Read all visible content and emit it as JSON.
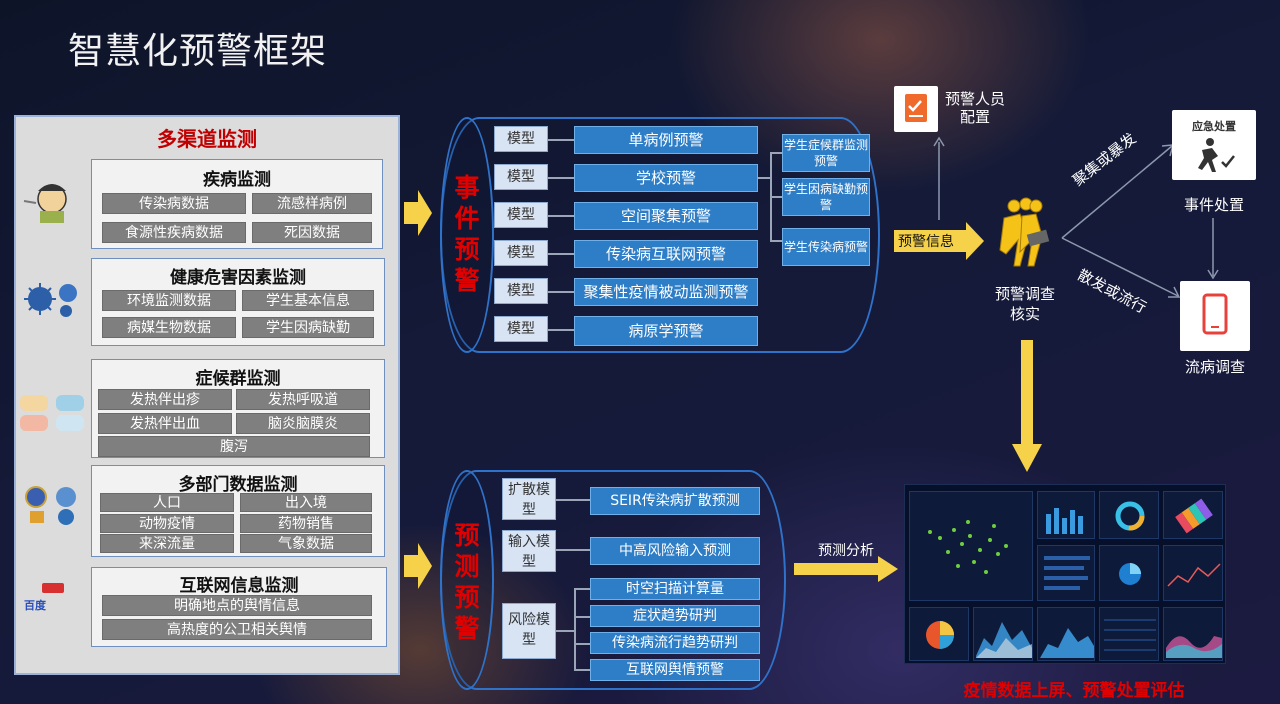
{
  "title": "智慧化预警框架",
  "left_panel": {
    "title": "多渠道监测",
    "sections": [
      {
        "title": "疾病监测",
        "chips": [
          "传染病数据",
          "流感样病例",
          "食源性疾病数据",
          "死因数据"
        ]
      },
      {
        "title": "健康危害因素监测",
        "chips": [
          "环境监测数据",
          "学生基本信息",
          "病媒生物数据",
          "学生因病缺勤"
        ]
      },
      {
        "title": "症候群监测",
        "chips": [
          "发热伴出疹",
          "发热呼吸道",
          "发热伴出血",
          "脑炎脑膜炎",
          "腹泻"
        ]
      },
      {
        "title": "多部门数据监测",
        "chips": [
          "人口",
          "出入境",
          "动物疫情",
          "药物销售",
          "来深流量",
          "气象数据"
        ]
      },
      {
        "title": "互联网信息监测",
        "chips": [
          "明确地点的舆情信息",
          "高热度的公卫相关舆情"
        ]
      }
    ],
    "logo_text": "百度"
  },
  "event_warning": {
    "label_chars": [
      "事",
      "件",
      "预",
      "警"
    ],
    "models": [
      {
        "model": "模型",
        "name": "单病例预警"
      },
      {
        "model": "模型",
        "name": "学校预警"
      },
      {
        "model": "模型",
        "name": "空间聚集预警"
      },
      {
        "model": "模型",
        "name": "传染病互联网预警"
      },
      {
        "model": "模型",
        "name": "聚集性疫情被动监测预警"
      },
      {
        "model": "模型",
        "name": "病原学预警"
      }
    ],
    "school_sub": [
      "学生症候群监测预警",
      "学生因病缺勤预警",
      "学生传染病预警"
    ]
  },
  "forecast_warning": {
    "label_chars": [
      "预",
      "测",
      "预",
      "警"
    ],
    "groups": [
      {
        "model": "扩散模型",
        "items": [
          "SEIR传染病扩散预测"
        ]
      },
      {
        "model": "输入模型",
        "items": [
          "中高风险输入预测"
        ]
      },
      {
        "model": "风险模型",
        "items": [
          "时空扫描计算量",
          "症状趋势研判",
          "传染病流行趋势研判",
          "互联网舆情预警"
        ]
      }
    ]
  },
  "flow": {
    "warning_info": "预警信息",
    "personnel_config": "预警人员配置",
    "investigation": "预警调查核实",
    "cluster_outbreak": "聚集或暴发",
    "sporadic_epidemic": "散发或流行",
    "event_handling_card": "应急处置",
    "event_handling": "事件处置",
    "epi_investigation": "流病调查",
    "forecast_analysis": "预测分析",
    "dashboard_caption": "疫情数据上屏、预警处置评估"
  },
  "colors": {
    "accent_red": "#e00000",
    "blue_box": "#2e7dc7",
    "arrow_yellow": "#f5d24a",
    "cylinder_border": "#2f72c9"
  }
}
